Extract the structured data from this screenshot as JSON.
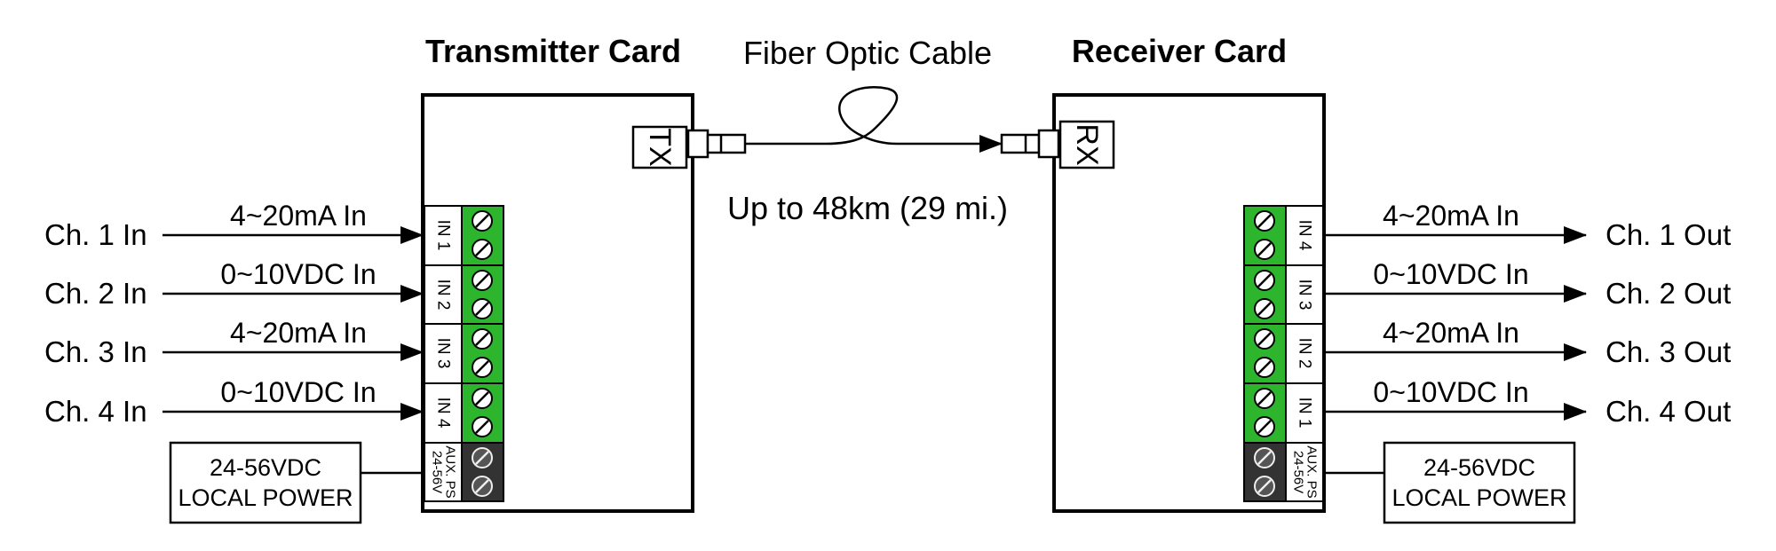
{
  "transmitter": {
    "title": "Transmitter Card",
    "port": "TX",
    "inputs": [
      {
        "channel": "Ch. 1 In",
        "signal": "4~20mA In",
        "pin": "IN 1"
      },
      {
        "channel": "Ch. 2 In",
        "signal": "0~10VDC In",
        "pin": "IN 2"
      },
      {
        "channel": "Ch. 3 In",
        "signal": "4~20mA In",
        "pin": "IN 3"
      },
      {
        "channel": "Ch. 4 In",
        "signal": "0~10VDC In",
        "pin": "IN 4"
      }
    ],
    "aux_label": [
      "24-56V",
      "AUX. PS"
    ],
    "power_box": [
      "24-56VDC",
      "LOCAL POWER"
    ]
  },
  "receiver": {
    "title": "Receiver Card",
    "port": "RX",
    "outputs": [
      {
        "channel": "Ch. 1 Out",
        "signal": "4~20mA In",
        "pin": "IN 4"
      },
      {
        "channel": "Ch. 2 Out",
        "signal": "0~10VDC In",
        "pin": "IN 3"
      },
      {
        "channel": "Ch. 3 Out",
        "signal": "4~20mA In",
        "pin": "IN 2"
      },
      {
        "channel": "Ch. 4 Out",
        "signal": "0~10VDC In",
        "pin": "IN 1"
      }
    ],
    "aux_label": [
      "24-56V",
      "AUX. PS"
    ],
    "power_box": [
      "24-56VDC",
      "LOCAL POWER"
    ]
  },
  "cable": {
    "title": "Fiber Optic Cable",
    "distance": "Up to 48km (29 mi.)"
  },
  "colors": {
    "terminal_green": "#2db52d",
    "terminal_dark": "#333333",
    "line": "#000000"
  }
}
